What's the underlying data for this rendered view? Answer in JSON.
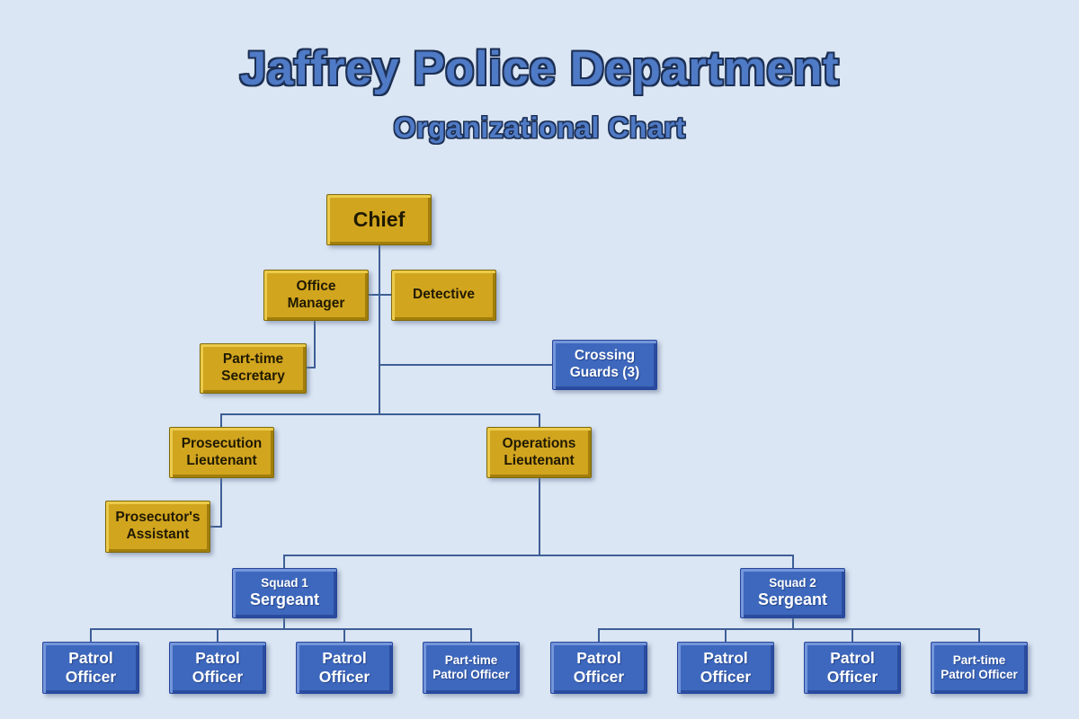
{
  "page": {
    "background_color": "#dbe6f4",
    "line_color": "#3e5f96",
    "title_fill_color": "#4f7ac6",
    "title_outline_color": "#1d3054"
  },
  "title": {
    "main": "Jaffrey Police Department",
    "subtitle": "Organizational Chart"
  },
  "node_colors": {
    "gold": "#d2a51f",
    "blue": "#3d68be"
  },
  "nodes": {
    "chief": {
      "lines": [
        "Chief"
      ],
      "color": "gold"
    },
    "office_manager": {
      "lines": [
        "Office",
        "Manager"
      ],
      "color": "gold"
    },
    "detective": {
      "lines": [
        "Detective"
      ],
      "color": "gold"
    },
    "part_time_secretary": {
      "lines": [
        "Part-time",
        "Secretary"
      ],
      "color": "gold"
    },
    "crossing_guards": {
      "lines": [
        "Crossing",
        "Guards (3)"
      ],
      "color": "blue"
    },
    "prosecution_lieutenant": {
      "lines": [
        "Prosecution",
        "Lieutenant"
      ],
      "color": "gold"
    },
    "operations_lieutenant": {
      "lines": [
        "Operations",
        "Lieutenant"
      ],
      "color": "gold"
    },
    "prosecutors_assistant": {
      "lines": [
        "Prosecutor's",
        "Assistant"
      ],
      "color": "gold"
    },
    "squad1_sergeant": {
      "lines": [
        "Squad 1",
        "Sergeant"
      ],
      "color": "blue"
    },
    "squad2_sergeant": {
      "lines": [
        "Squad 2",
        "Sergeant"
      ],
      "color": "blue"
    },
    "patrol_officer": {
      "lines": [
        "Patrol",
        "Officer"
      ],
      "color": "blue"
    },
    "part_time_patrol_officer": {
      "lines": [
        "Part-time",
        "Patrol Officer"
      ],
      "color": "blue"
    }
  },
  "hierarchy_note": {
    "squad1_members": [
      "Patrol Officer",
      "Patrol Officer",
      "Patrol Officer",
      "Part-time Patrol Officer"
    ],
    "squad2_members": [
      "Patrol Officer",
      "Patrol Officer",
      "Patrol Officer",
      "Part-time Patrol Officer"
    ]
  }
}
